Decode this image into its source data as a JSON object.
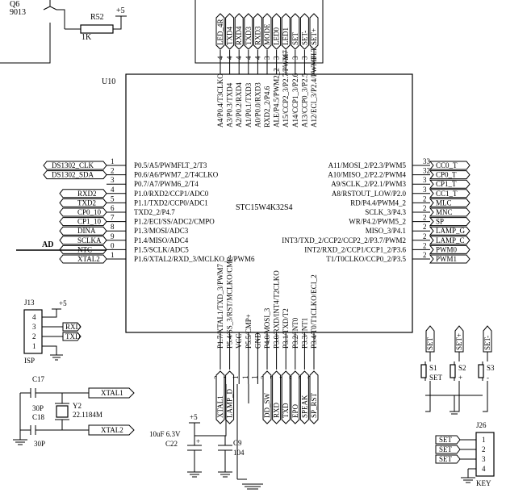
{
  "top_left": {
    "q6_ref": "Q6",
    "q6_part": "9013",
    "r52_ref": "R52",
    "r52_value": "1K",
    "vcc_label": "+5"
  },
  "u10": {
    "ref": "U10",
    "part": "STC15W4K32S4"
  },
  "top_pins": [
    {
      "net": "LED_4R",
      "pin": "4",
      "label": "A4/P0.4/T3CLKO"
    },
    {
      "net": "TXD4",
      "pin": "4",
      "label": "A3/P0.3/TXD4"
    },
    {
      "net": "RXD4",
      "pin": "4",
      "label": "A2/P0.2/RXD4"
    },
    {
      "net": "TXD3",
      "pin": "4",
      "label": "A1/P0.1/TXD3"
    },
    {
      "net": "RXD3",
      "pin": "4",
      "label": "A0/P0.0/RXD3"
    },
    {
      "net": "MODE",
      "pin": "3",
      "label": "RXD2_2/P4.6"
    },
    {
      "net": "LED0",
      "pin": "3",
      "label": "ALE/P4.5/PWM2_2"
    },
    {
      "net": "LED1",
      "pin": "3",
      "label": "A15/CCP2_3/P2.7/PWM7"
    },
    {
      "net": "SET",
      "pin": "3",
      "label": "A14/CCP1_3/P2.6"
    },
    {
      "net": "SET-",
      "pin": "3",
      "label": "A13/CCP0_3/P2.5"
    },
    {
      "net": "SET+",
      "pin": "3",
      "label": "A12/ECI_3/P2.4/PWMFLT"
    }
  ],
  "left_pins": [
    {
      "net": "DS1302_CLK",
      "pin": "1",
      "label": "P0.5/A5/PWMFLT_2/T3"
    },
    {
      "net": "DS1302_SDA",
      "pin": "2",
      "label": "P0.6/A6/PWM7_2/T4CLKO"
    },
    {
      "net": "",
      "pin": "3",
      "label": "P0.7/A7/PWM6_2/T4"
    },
    {
      "net": "RXD2",
      "pin": "4",
      "label": "P1.0/RXD2/CCP1/ADC0"
    },
    {
      "net": "TXD2",
      "pin": "5",
      "label": "P1.1/TXD2/CCP0/ADC1"
    },
    {
      "net": "CP0_10",
      "pin": "6",
      "label": "TXD2_2/P4.7"
    },
    {
      "net": "CP1_10",
      "pin": "7",
      "label": "P1.2/ECI/SS/ADC2/CMPO"
    },
    {
      "net": "DINA",
      "pin": "8",
      "label": "P1.3/MOSI/ADC3"
    },
    {
      "net": "SCLKA",
      "pin": "9",
      "label": "P1.4/MISO/ADC4"
    },
    {
      "net": "NTC",
      "pin": "0",
      "label": "P1.5/SCLK/ADC5"
    },
    {
      "net": "XTAL2",
      "pin": "1",
      "label": "P1.6/XTAL2/RXD_3/MCLKO_2/PWM6"
    }
  ],
  "right_pins": [
    {
      "net": "CC0_T",
      "pin": "33",
      "label": "A11/MOSI_2/P2.3/PWM5"
    },
    {
      "net": "CP0_T",
      "pin": "32",
      "label": "A10/MISO_2/P2.2/PWM4"
    },
    {
      "net": "CP1_T",
      "pin": "3",
      "label": "A9/SCLK_2/P2.1/PWM3"
    },
    {
      "net": "CC1_T",
      "pin": "3",
      "label": "A8/RSTOUT_LOW/P2.0"
    },
    {
      "net": "MLC",
      "pin": "2",
      "label": "RD/P4.4/PWM4_2"
    },
    {
      "net": "MNC",
      "pin": "2",
      "label": "SCLK_3/P4.3"
    },
    {
      "net": "SP",
      "pin": "2",
      "label": "WR/P4.2/PWM5_2"
    },
    {
      "net": "LAMP_G",
      "pin": "2",
      "label": "MISO_3/P4.1"
    },
    {
      "net": "LAMP_C",
      "pin": "2",
      "label": "INT3/TXD_2/CCP2/CCP2_2/P3.7/PWM2"
    },
    {
      "net": "PWM0",
      "pin": "2",
      "label": "INT2/RXD_2/CCP1/CCP1_2/P3.6"
    },
    {
      "net": "PWM1",
      "pin": "2",
      "label": "T1/T0CLKO/CCP0_2/P3.5"
    }
  ],
  "bottom_pins": [
    {
      "net": "XTAL1",
      "pin": "2",
      "label": "P1.7/XTAL1/TXD_3/PWM7"
    },
    {
      "net": "LAMP_D",
      "pin": "1",
      "label": "P5.4/SS_3/RST/MCLKO/CMP-"
    },
    {
      "net": "",
      "pin": "1",
      "label": "VCC"
    },
    {
      "net": "",
      "pin": "1",
      "label": "P5.5/CMP+"
    },
    {
      "net": "",
      "pin": "1",
      "label": "GND"
    },
    {
      "net": "DD_SW",
      "pin": "3",
      "label": "P4.0/MOSI_3"
    },
    {
      "net": "RXD",
      "pin": "7",
      "label": "P3.0/RXD/INT4/T2CLKO"
    },
    {
      "net": "TXD",
      "pin": "1",
      "label": "P3.1/TXD/T2"
    },
    {
      "net": "EPO",
      "pin": "9",
      "label": "P3.2/INT0"
    },
    {
      "net": "SPEAK",
      "pin": "2",
      "label": "P3.3/INT1"
    },
    {
      "net": "SP_RST",
      "pin": "2",
      "label": "P3.4/T0/T1CLKO/ECI_2"
    }
  ],
  "ad_label": "AD",
  "j13": {
    "ref": "J13",
    "name": "ISP",
    "vcc": "+5",
    "pins": [
      "4",
      "3",
      "2",
      "1"
    ],
    "nets": [
      "RXD",
      "TXD"
    ]
  },
  "crystal": {
    "c17_ref": "C17",
    "c17_value": "30P",
    "c18_ref": "C18",
    "c18_value": "30P",
    "y2_ref": "Y2",
    "y2_value": "22.1184M",
    "xtal1": "XTAL1",
    "xtal2": "XTAL2"
  },
  "power_caps": {
    "vcc": "+5",
    "c22_value": "10uF 6.3V",
    "c22_ref": "C22",
    "c9_ref": "C9",
    "c9_value": "104"
  },
  "switches": {
    "nets": [
      "SET",
      "SET+",
      "SET-"
    ],
    "refs": [
      "S1",
      "S2",
      "S3"
    ],
    "labels": [
      "SET",
      "+",
      "-"
    ]
  },
  "j26": {
    "ref": "J26",
    "name": "KEY",
    "pins": [
      "1",
      "2",
      "3",
      "4"
    ],
    "nets": [
      "SET",
      "SET",
      "SET"
    ]
  }
}
